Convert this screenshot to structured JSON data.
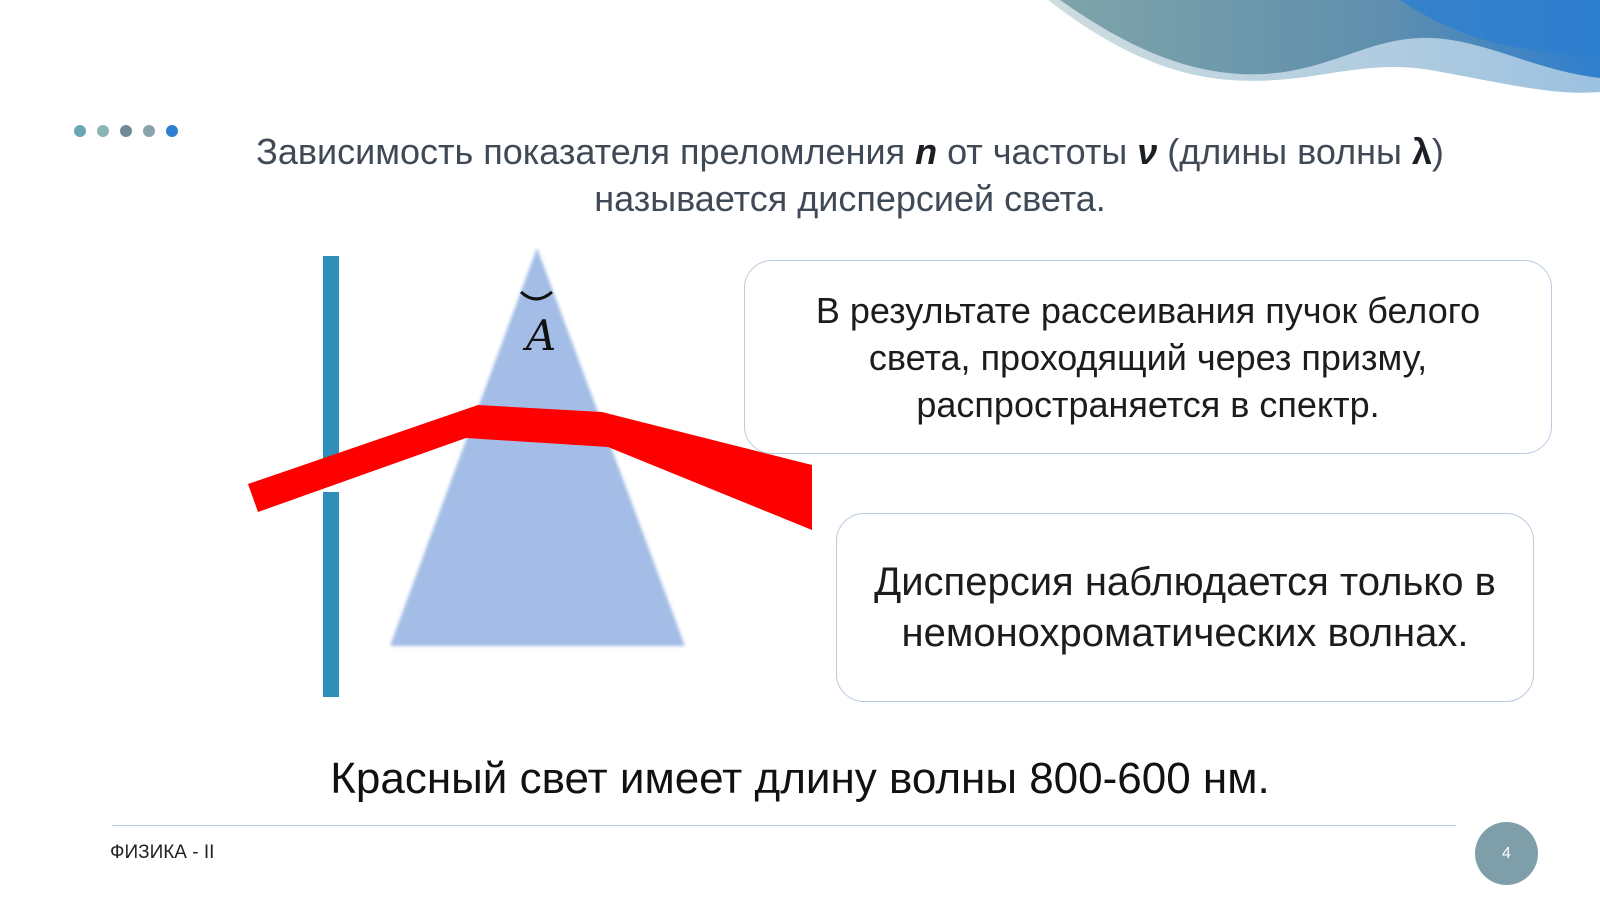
{
  "title": {
    "part1": "Зависимость показателя преломления ",
    "n_symbol": "n",
    "part2": " от частоты ",
    "nu_symbol": "ν",
    "part3": " (длины волны ",
    "lambda_symbol": "λ",
    "part4": ") называется дисперсией света."
  },
  "diagram": {
    "apex_label": "A"
  },
  "boxes": {
    "scattering_text": "В результате рассеивания пучок белого света, проходящий через призму, распространяется в спектр.",
    "dispersion_text": "Дисперсия наблюдается только в немонохроматических волнах."
  },
  "bottom_text": "Красный свет имеет длину волны 800-600 нм.",
  "footer": {
    "course": "ФИЗИКА - II",
    "page_number": "4"
  },
  "colors": {
    "dots": [
      "#6ba7b3",
      "#8ab5b5",
      "#6f8a96",
      "#8aa4ac",
      "#2f7fcf"
    ],
    "prism": "#a3bde6",
    "beam": "#ff0000",
    "screen": "#2e8fb8",
    "box_border": "#b9cbe0",
    "page_circle": "#7e9ea9"
  },
  "icons": [
    "dots-decoration",
    "wave-decoration",
    "prism-diagram"
  ]
}
